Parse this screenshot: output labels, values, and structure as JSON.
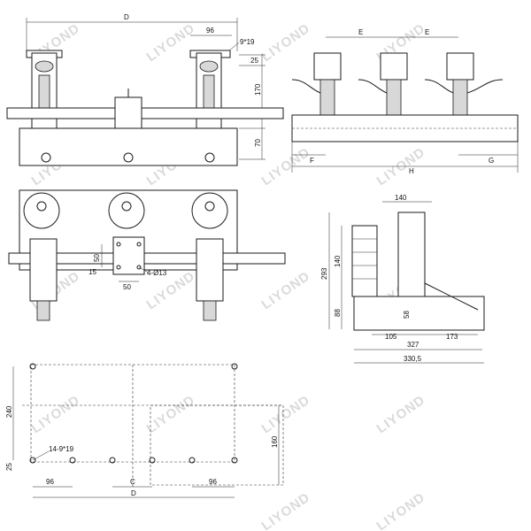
{
  "watermark": "LIYOND",
  "top_left_view": {
    "dims": {
      "D": "D",
      "w96": "96",
      "bolt": "9*19",
      "h25": "25",
      "h170": "170",
      "h70": "70"
    }
  },
  "top_right_view": {
    "dims": {
      "E1": "E",
      "E2": "E",
      "F": "F",
      "H": "H",
      "G": "G"
    }
  },
  "mid_left_view": {
    "dims": {
      "d50v": "50",
      "d15": "15",
      "hole": "4-Ø13",
      "d50h": "50"
    }
  },
  "side_view": {
    "dims": {
      "d140top": "140",
      "d140": "140",
      "d293": "293",
      "d88": "88",
      "d58": "58",
      "d105": "105",
      "d173": "173",
      "d327": "327",
      "d3305": "330,5"
    }
  },
  "bottom_view": {
    "dims": {
      "d240": "240",
      "d160": "160",
      "d25": "25",
      "holes": "14-9*19",
      "d96a": "96",
      "C": "C",
      "d96b": "96",
      "D": "D"
    }
  }
}
